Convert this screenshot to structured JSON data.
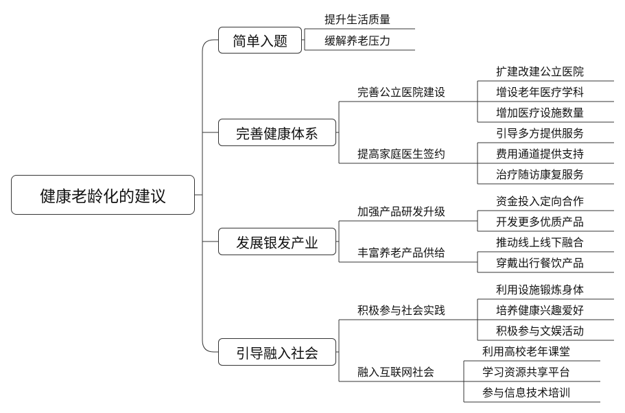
{
  "root": "健康老龄化的建议",
  "branches": [
    {
      "label": "简单入题",
      "leaves": [
        "提升生活质量",
        "缓解养老压力"
      ]
    },
    {
      "label": "完善健康体系",
      "subs": [
        {
          "label": "完善公立医院建设",
          "leaves": [
            "扩建改建公立医院",
            "增设老年医疗学科",
            "增加医疗设施数量"
          ]
        },
        {
          "label": "提高家庭医生签约",
          "leaves": [
            "引导多方提供服务",
            "费用通道提供支持",
            "治疗随访康复服务"
          ]
        }
      ]
    },
    {
      "label": "发展银发产业",
      "subs": [
        {
          "label": "加强产品研发升级",
          "leaves": [
            "资金投入定向合作",
            "开发更多优质产品"
          ]
        },
        {
          "label": "丰富养老产品供给",
          "leaves": [
            "推动线上线下融合",
            "穿戴出行餐饮产品"
          ]
        }
      ]
    },
    {
      "label": "引导融入社会",
      "subs": [
        {
          "label": "积极参与社会实践",
          "leaves": [
            "利用设施锻炼身体",
            "培养健康兴趣爱好",
            "积极参与文娱活动"
          ]
        },
        {
          "label": "融入互联网社会",
          "leaves": [
            "利用高校老年课堂",
            "学习资源共享平台",
            "参与信息技术培训"
          ]
        }
      ]
    }
  ]
}
